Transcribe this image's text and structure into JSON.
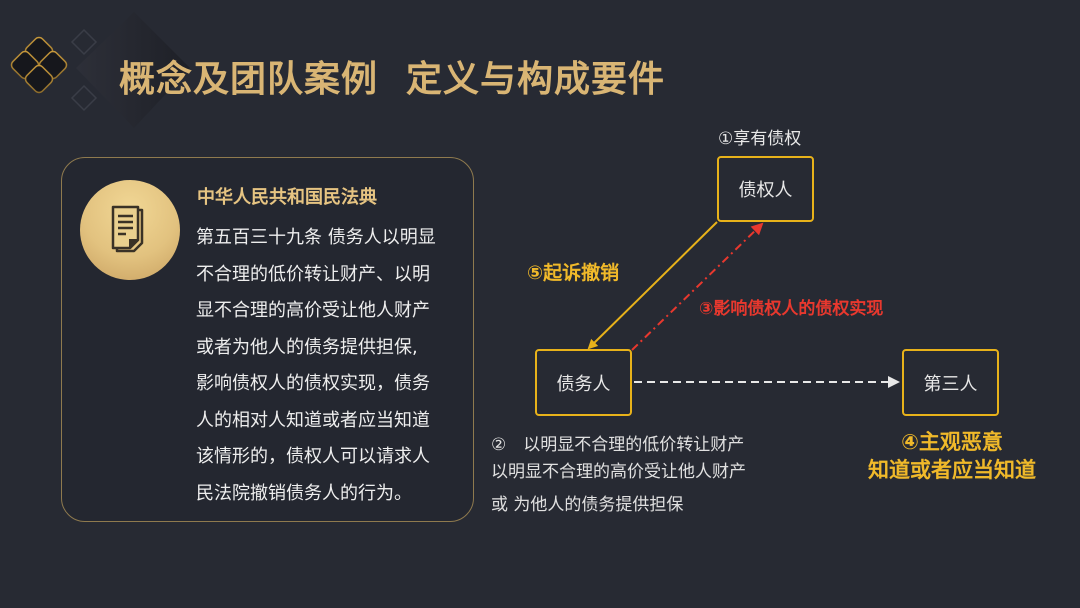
{
  "header": {
    "title_part1": "概念及团队案例",
    "title_part2": "定义与构成要件",
    "logo_icon": "gold-quatrefoil-diamond-icon"
  },
  "law_card": {
    "icon": "document-icon",
    "title": "中华人民共和国民法典",
    "body_lines": [
      "第五百三十九条 债务人以明显",
      "不合理的低价转让财产、以明",
      "显不合理的高价受让他人财产",
      "或者为他人的债务提供担保,",
      "影响债权人的债权实现，债务",
      "人的相对人知道或者应当知道",
      "该情形的，债权人可以请求人",
      "民法院撤销债务人的行为。"
    ]
  },
  "diagram": {
    "nodes": {
      "creditor": "债权人",
      "debtor": "债务人",
      "third_party": "第三人"
    },
    "labels": {
      "step1": "①享有债权",
      "step2_lines": [
        "②　以明显不合理的低价转让财产",
        "以明显不合理的高价受让他人财产",
        "或  为他人的债务提供担保"
      ],
      "step3": "③影响债权人的债权实现",
      "step4_lines": [
        "④主观恶意",
        "知道或者应当知道"
      ],
      "step5": "⑤起诉撤销"
    },
    "colors": {
      "node_border": "#e8b21a",
      "accent_gold": "#f0b92a",
      "accent_red": "#e8382e",
      "title_gold": "#d9b574",
      "background": "#272a33"
    }
  }
}
